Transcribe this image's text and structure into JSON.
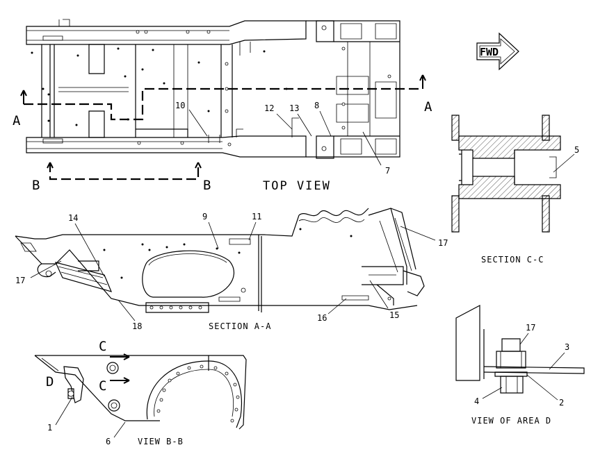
{
  "titles": {
    "top_view": "TOP VIEW",
    "section_aa": "SECTION A-A",
    "section_cc": "SECTION C-C",
    "view_bb": "VIEW B-B",
    "view_area_d": "VIEW OF AREA D",
    "fwd": "FWD"
  },
  "section_markers": {
    "a_left": "A",
    "a_right": "A",
    "b_left": "B",
    "b_right": "B",
    "c_top": "C",
    "c_bottom": "C",
    "d": "D"
  },
  "callouts": {
    "top_view": [
      "10",
      "12",
      "13",
      "8",
      "7"
    ],
    "section_aa": [
      "14",
      "9",
      "11",
      "17",
      "17",
      "18",
      "16",
      "15"
    ],
    "section_cc": [
      "5"
    ],
    "view_bb": [
      "1",
      "6"
    ],
    "view_area_d": [
      "17",
      "3",
      "4",
      "2"
    ]
  }
}
